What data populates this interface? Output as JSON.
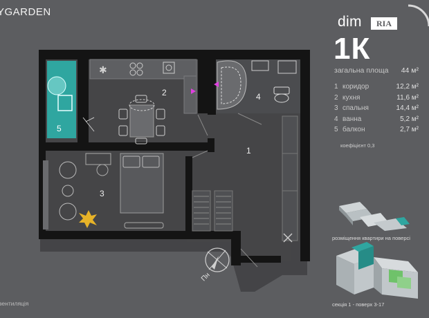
{
  "brand": "YGARDEN",
  "watermark": {
    "dim": "dim",
    "ria": "RIA"
  },
  "apartment_type": "1К",
  "total_area": {
    "label": "загальна площа",
    "value": "44 м²"
  },
  "rooms": [
    {
      "num": "1",
      "name": "коридор",
      "area": "12,2 м²"
    },
    {
      "num": "2",
      "name": "кухня",
      "area": "11,6 м²"
    },
    {
      "num": "3",
      "name": "спальня",
      "area": "14,4 м²"
    },
    {
      "num": "4",
      "name": "ванна",
      "area": "5,2 м²"
    },
    {
      "num": "5",
      "name": "балкон",
      "area": "2,7 м²"
    }
  ],
  "coefficient": "коефіцієнт 0,3",
  "plan_labels": {
    "r1": "1",
    "r2": "2",
    "r3": "3",
    "r4": "4",
    "r5": "5"
  },
  "compass": "Пн",
  "floor_caption": "розміщення квартири на поверсі",
  "section_caption": "секція 1 - поверх 3-17",
  "ventilation": "вентиляція",
  "colors": {
    "background": "#5c5d60",
    "wall": "#141414",
    "floor": "#454547",
    "balcony": "#2fa6a0",
    "vent_marker": "#e040e0"
  }
}
